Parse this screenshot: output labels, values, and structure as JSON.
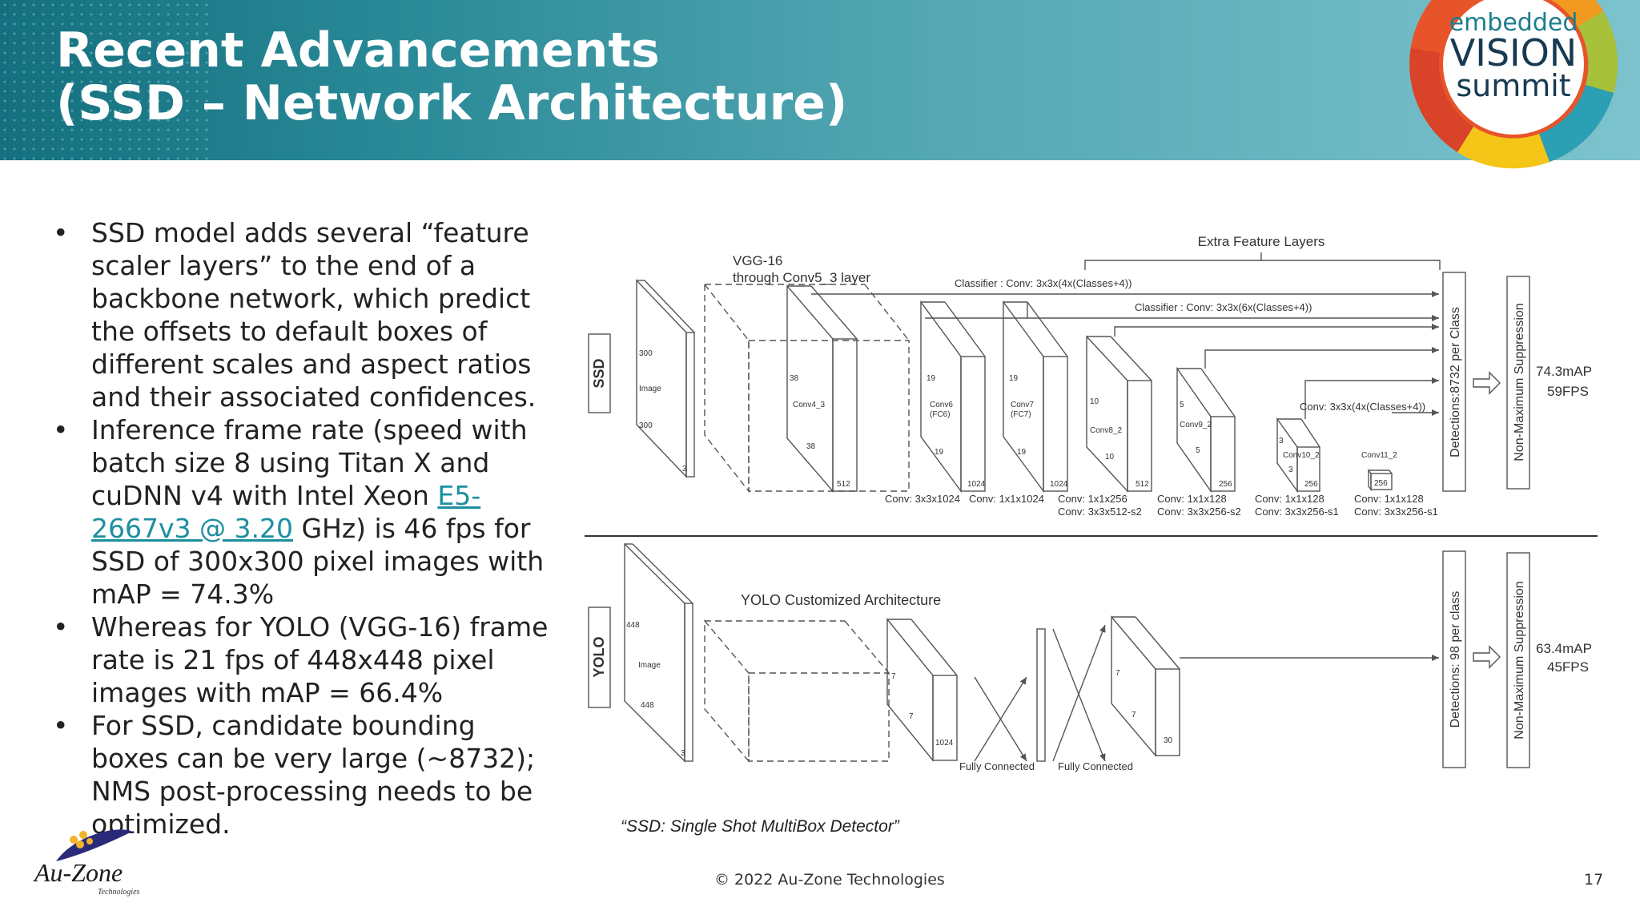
{
  "slide": {
    "title_lines": [
      "Recent Advancements",
      "(SSD – Network Architecture)"
    ],
    "bullets": [
      "SSD model adds several “feature scaler layers” to the end of a backbone network, which predict the offsets to default boxes of different scales and aspect ratios and their associated confidences.",
      [
        "Inference frame rate (speed with batch size 8 using Titan X and cuDNN v4 with Intel Xeon ",
        "E5-2667v3 @ 3.20",
        " GHz) is 46 fps for SSD of 300x300 pixel images with mAP = 74.3%"
      ],
      "Whereas for YOLO (VGG-16)  frame rate is 21 fps of 448x448 pixel images with mAP = 66.4%",
      "For SSD, candidate bounding boxes can be very large (~8732); NMS post-processing needs to be optimized."
    ],
    "caption": "“SSD: Single Shot MultiBox Detector”",
    "footer": "© 2022 Au-Zone Technologies",
    "page_number": "17"
  },
  "logos": {
    "summit": [
      "embedded",
      "VISION",
      "summit"
    ],
    "company": [
      "Au-Zone",
      "Technologies"
    ]
  },
  "diagram": {
    "ssd": {
      "tag": "SSD",
      "vgg_label": [
        "VGG-16",
        "through Conv5_3 layer"
      ],
      "extra_label": "Extra Feature Layers",
      "classifier_1": "Classifier : Conv: 3x3x(4x(Classes+4))",
      "classifier_2": "Classifier : Conv: 3x3x(6x(Classes+4))",
      "classifier_3": "Conv: 3x3x(4x(Classes+4))",
      "detections": "Detections:8732  per Class",
      "nms": "Non-Maximum Suppression",
      "result": [
        "74.3mAP",
        "59FPS"
      ],
      "image": [
        "300",
        "Image",
        "300",
        "3"
      ],
      "conv4": [
        "38",
        "Conv4_3",
        "38",
        "512"
      ],
      "conv6": [
        "19",
        "Conv6",
        "(FC6)",
        "19",
        "1024"
      ],
      "conv7": [
        "19",
        "Conv7",
        "(FC7)",
        "19",
        "1024"
      ],
      "conv8": [
        "10",
        "Conv8_2",
        "10",
        "512"
      ],
      "conv9": [
        "5",
        "Conv9_2",
        "5",
        "256"
      ],
      "conv10": [
        "3",
        "Conv10_2",
        "3",
        "256"
      ],
      "conv11": [
        "Conv11_2",
        "256"
      ],
      "bottom_ops": [
        [
          "Conv: 3x3x1024",
          ""
        ],
        [
          "Conv: 1x1x1024",
          ""
        ],
        [
          "Conv: 1x1x256",
          "Conv: 3x3x512-s2"
        ],
        [
          "Conv: 1x1x128",
          "Conv: 3x3x256-s2"
        ],
        [
          "Conv: 1x1x128",
          "Conv: 3x3x256-s1"
        ],
        [
          "Conv: 1x1x128",
          "Conv: 3x3x256-s1"
        ]
      ]
    },
    "yolo": {
      "tag": "YOLO",
      "arch_label": "YOLO Customized Architecture",
      "detections": "Detections: 98 per class",
      "nms": "Non-Maximum Suppression",
      "result": [
        "63.4mAP",
        "45FPS"
      ],
      "image": [
        "448",
        "Image",
        "448",
        "3"
      ],
      "block1": [
        "7",
        "7",
        "1024"
      ],
      "block2": [
        "7",
        "7",
        "30"
      ],
      "fc": [
        "Fully Connected",
        "Fully Connected"
      ]
    }
  }
}
